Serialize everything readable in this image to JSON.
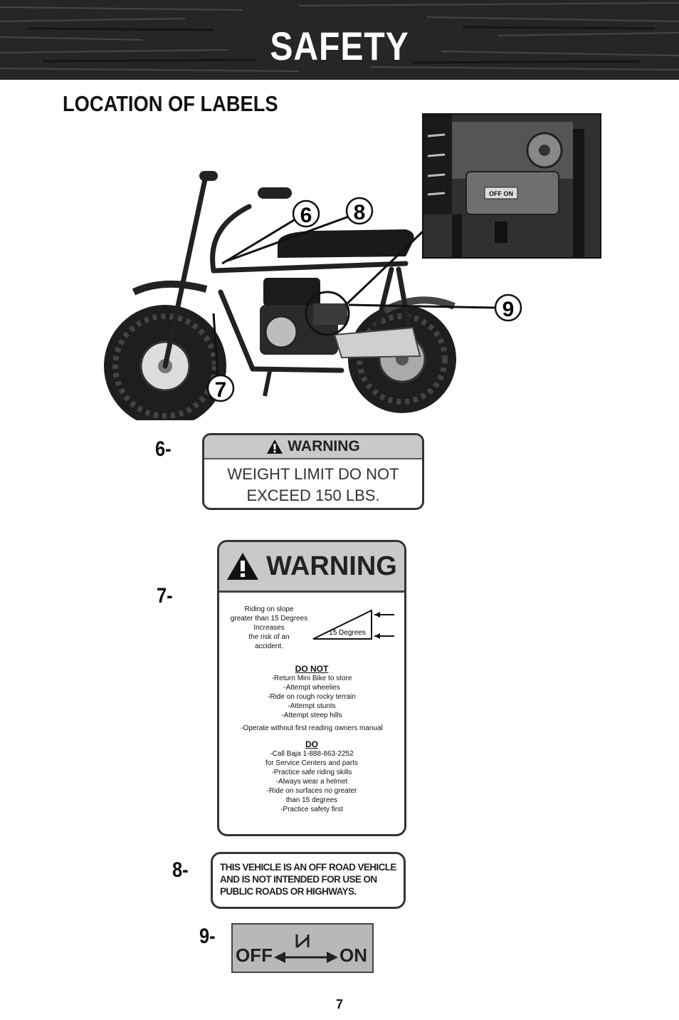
{
  "header": {
    "title": "SAFETY"
  },
  "section": {
    "title": "LOCATION OF LABELS"
  },
  "callouts": {
    "c6": "6",
    "c7": "7",
    "c8": "8",
    "c9": "9"
  },
  "inset": {
    "switch_text": "OFF ON"
  },
  "labels": {
    "n6": "6-",
    "n7": "7-",
    "n8": "8-",
    "n9": "9-"
  },
  "label6": {
    "header": "WARNING",
    "line1": "WEIGHT LIMIT DO NOT",
    "line2": "EXCEED 150 LBS."
  },
  "label7": {
    "header": "WARNING",
    "slope_text": [
      "Riding on slope",
      "greater than 15 Degrees",
      "Increases",
      "the risk of an",
      "accident."
    ],
    "slope_label": "15 Degrees",
    "donot_heading": "DO NOT",
    "donot_items": [
      "-Return Mini Bike to store",
      "-Attempt wheelies",
      "-Ride on rough rocky terrain",
      "-Attempt stunts",
      "-Attempt steep hills",
      "-Operate without first reading owners manual"
    ],
    "do_heading": "DO",
    "do_items": [
      "-Call Baja 1-888-863-2252",
      "for Service Centers and parts",
      "-Practice safe riding skills",
      "-Always wear a helmet",
      "-Ride on surfaces no greater",
      "than 15 degrees",
      "-Practice safety first"
    ]
  },
  "label8": {
    "line1": "THIS VEHICLE IS AN OFF ROAD VEHICLE",
    "line2": "AND IS NOT INTENDED FOR USE ON",
    "line3": "PUBLIC ROADS OR HIGHWAYS."
  },
  "label9": {
    "off": "OFF",
    "on": "ON"
  },
  "page_number": "7"
}
